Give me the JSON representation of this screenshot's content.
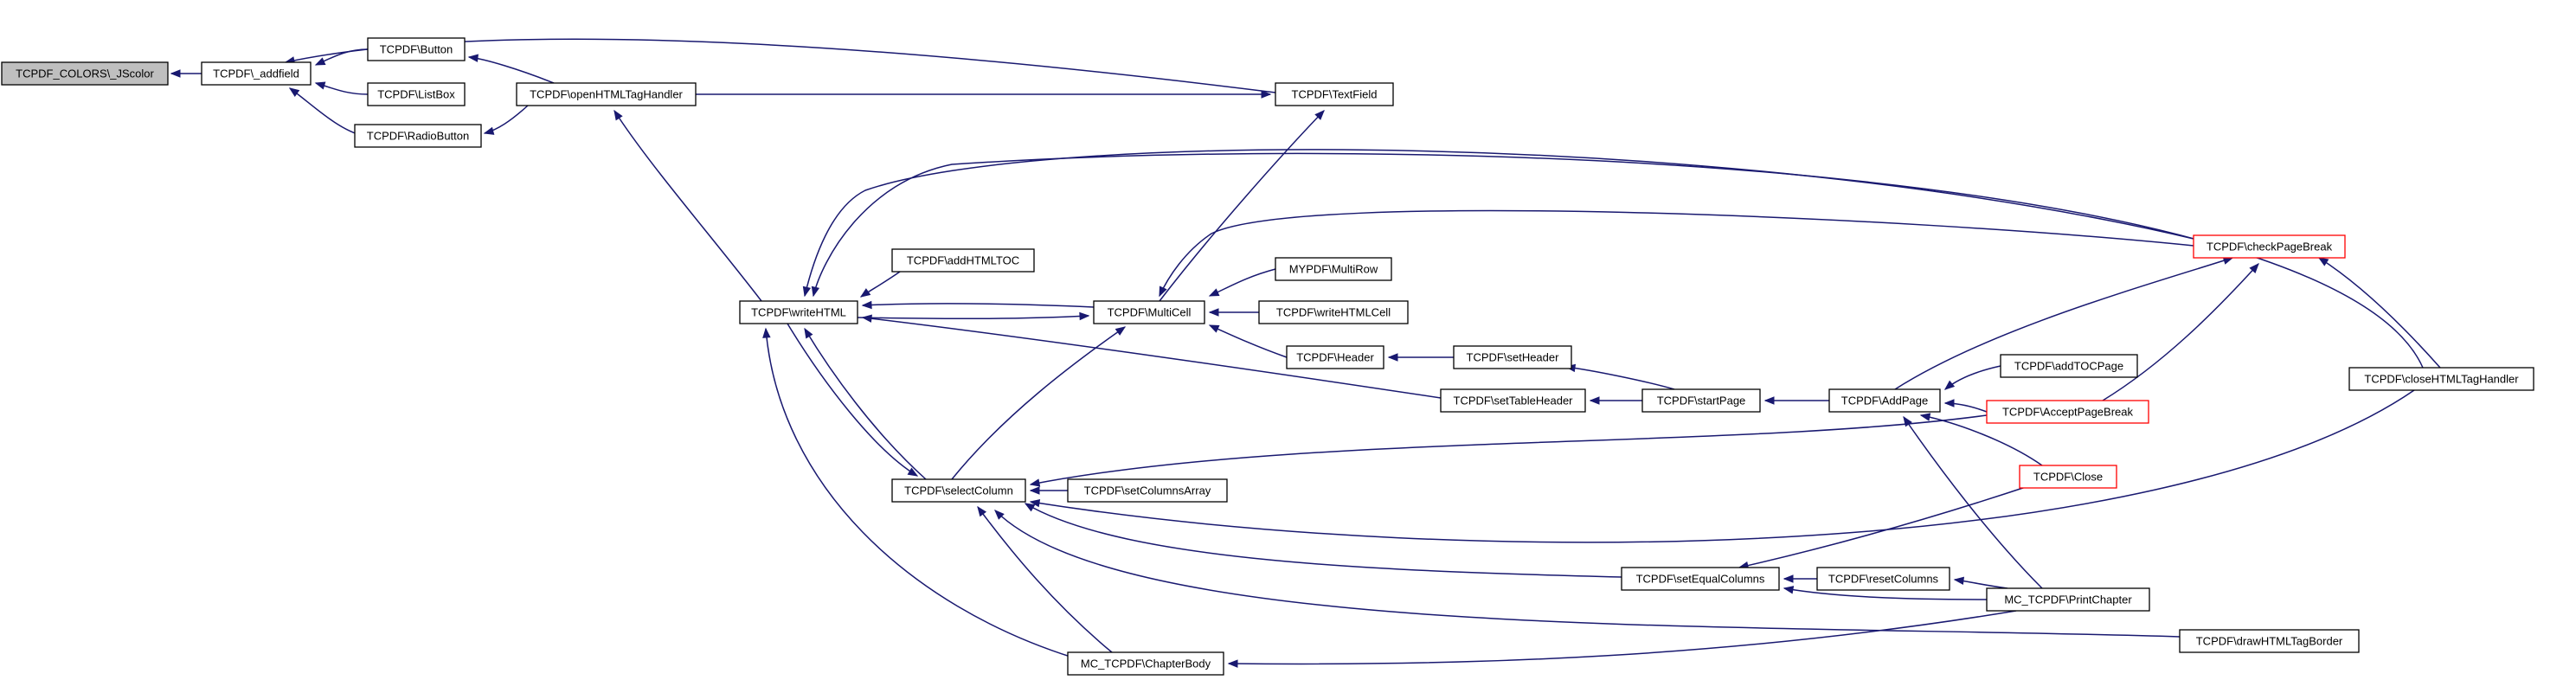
{
  "graph": {
    "edge_color": "#191970",
    "truncated_border_color": "#ff0000",
    "root_fill": "#bfbfbf",
    "nodes": [
      {
        "id": "jscolor",
        "label": "TCPDF_COLORS\\_JScolor",
        "root": true
      },
      {
        "id": "addfield",
        "label": "TCPDF\\_addfield"
      },
      {
        "id": "button",
        "label": "TCPDF\\Button"
      },
      {
        "id": "listbox",
        "label": "TCPDF\\ListBox"
      },
      {
        "id": "radiobutton",
        "label": "TCPDF\\RadioButton"
      },
      {
        "id": "openhtmltag",
        "label": "TCPDF\\openHTMLTagHandler"
      },
      {
        "id": "textfield",
        "label": "TCPDF\\TextField"
      },
      {
        "id": "writehtml",
        "label": "TCPDF\\writeHTML"
      },
      {
        "id": "addhtmltoc",
        "label": "TCPDF\\addHTMLTOC"
      },
      {
        "id": "multicell",
        "label": "TCPDF\\MultiCell"
      },
      {
        "id": "mypdf_multirow",
        "label": "MYPDF\\MultiRow"
      },
      {
        "id": "writehtmlcell",
        "label": "TCPDF\\writeHTMLCell"
      },
      {
        "id": "header",
        "label": "TCPDF\\Header"
      },
      {
        "id": "setheader",
        "label": "TCPDF\\setHeader"
      },
      {
        "id": "settableheader",
        "label": "TCPDF\\setTableHeader"
      },
      {
        "id": "startpage",
        "label": "TCPDF\\startPage"
      },
      {
        "id": "addpage",
        "label": "TCPDF\\AddPage"
      },
      {
        "id": "addtocpage",
        "label": "TCPDF\\addTOCPage"
      },
      {
        "id": "acceptpagebreak",
        "label": "TCPDF\\AcceptPageBreak",
        "truncated": true
      },
      {
        "id": "checkpagebreak",
        "label": "TCPDF\\checkPageBreak",
        "truncated": true
      },
      {
        "id": "closehtmltag",
        "label": "TCPDF\\closeHTMLTagHandler"
      },
      {
        "id": "close",
        "label": "TCPDF\\Close",
        "truncated": true
      },
      {
        "id": "selectcolumn",
        "label": "TCPDF\\selectColumn"
      },
      {
        "id": "setcolumnsarray",
        "label": "TCPDF\\setColumnsArray"
      },
      {
        "id": "setequalcolumns",
        "label": "TCPDF\\setEqualColumns"
      },
      {
        "id": "resetcolumns",
        "label": "TCPDF\\resetColumns"
      },
      {
        "id": "printchapter",
        "label": "MC_TCPDF\\PrintChapter"
      },
      {
        "id": "drawhtmltagborder",
        "label": "TCPDF\\drawHTMLTagBorder"
      },
      {
        "id": "chapterbody",
        "label": "MC_TCPDF\\ChapterBody"
      }
    ],
    "edges": [
      {
        "from": "addfield",
        "to": "jscolor"
      },
      {
        "from": "button",
        "to": "addfield"
      },
      {
        "from": "listbox",
        "to": "addfield"
      },
      {
        "from": "radiobutton",
        "to": "addfield"
      },
      {
        "from": "textfield",
        "to": "addfield"
      },
      {
        "from": "openhtmltag",
        "to": "button"
      },
      {
        "from": "openhtmltag",
        "to": "radiobutton"
      },
      {
        "from": "openhtmltag",
        "to": "textfield"
      },
      {
        "from": "multicell",
        "to": "textfield"
      },
      {
        "from": "writehtml",
        "to": "openhtmltag"
      },
      {
        "from": "addhtmltoc",
        "to": "writehtml"
      },
      {
        "from": "multicell",
        "to": "writehtml"
      },
      {
        "from": "writehtml",
        "to": "multicell"
      },
      {
        "from": "settableheader",
        "to": "writehtml"
      },
      {
        "from": "selectcolumn",
        "to": "writehtml"
      },
      {
        "from": "writehtml",
        "to": "selectcolumn"
      },
      {
        "from": "chapterbody",
        "to": "writehtml"
      },
      {
        "from": "checkpagebreak",
        "to": "writehtml"
      },
      {
        "from": "closehtmltag",
        "to": "writehtml"
      },
      {
        "from": "mypdf_multirow",
        "to": "multicell"
      },
      {
        "from": "writehtmlcell",
        "to": "multicell"
      },
      {
        "from": "header",
        "to": "multicell"
      },
      {
        "from": "checkpagebreak",
        "to": "multicell"
      },
      {
        "from": "selectcolumn",
        "to": "multicell"
      },
      {
        "from": "setheader",
        "to": "header"
      },
      {
        "from": "startpage",
        "to": "setheader"
      },
      {
        "from": "startpage",
        "to": "settableheader"
      },
      {
        "from": "addpage",
        "to": "startpage"
      },
      {
        "from": "addtocpage",
        "to": "addpage"
      },
      {
        "from": "acceptpagebreak",
        "to": "addpage"
      },
      {
        "from": "close",
        "to": "addpage"
      },
      {
        "from": "printchapter",
        "to": "addpage"
      },
      {
        "from": "addpage",
        "to": "checkpagebreak"
      },
      {
        "from": "acceptpagebreak",
        "to": "checkpagebreak"
      },
      {
        "from": "closehtmltag",
        "to": "checkpagebreak"
      },
      {
        "from": "drawhtmltagborder",
        "to": "closehtmltag"
      },
      {
        "from": "acceptpagebreak",
        "to": "selectcolumn"
      },
      {
        "from": "setcolumnsarray",
        "to": "selectcolumn"
      },
      {
        "from": "closehtmltag",
        "to": "selectcolumn"
      },
      {
        "from": "setequalcolumns",
        "to": "selectcolumn"
      },
      {
        "from": "chapterbody",
        "to": "selectcolumn"
      },
      {
        "from": "drawhtmltagborder",
        "to": "selectcolumn"
      },
      {
        "from": "resetcolumns",
        "to": "setequalcolumns"
      },
      {
        "from": "printchapter",
        "to": "setequalcolumns"
      },
      {
        "from": "close",
        "to": "setequalcolumns"
      },
      {
        "from": "printchapter",
        "to": "resetcolumns"
      },
      {
        "from": "printchapter",
        "to": "chapterbody"
      }
    ]
  }
}
